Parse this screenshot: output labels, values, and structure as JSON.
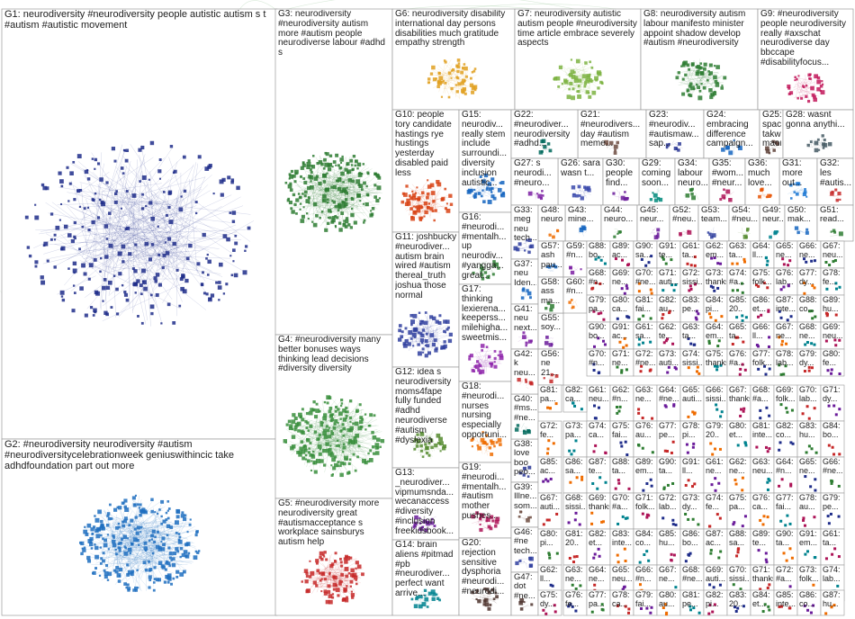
{
  "groups": [
    {
      "id": "G1",
      "label": "G1: neurodiversity #neurodiversity people autistic autism s t #autism #autistic movement",
      "color": "#1f2d8a"
    },
    {
      "id": "G2",
      "label": "G2: #neurodiversity neurodiversity #autism #neurodiversitycelebrationweek geniuswithincic take adhdfoundation part out more",
      "color": "#1f6fc0"
    },
    {
      "id": "G3",
      "label": "G3: neurodiversity #neurodiversity autism more #autism people neurodiverse labour #adhd s",
      "color": "#2e7d32"
    },
    {
      "id": "G4",
      "label": "G4: #neurodiversity many better bonuses ways thinking lead decisions #diversity diversity",
      "color": "#388e3c"
    },
    {
      "id": "G5",
      "label": "G5: #neurodiversity more neurodiversity great #autismacceptance s workplace sainsburys autism help",
      "color": "#c62828"
    },
    {
      "id": "G6",
      "label": "G6: neurodiversity disability international day persons disabilities much gratitude empathy strength",
      "color": "#e0a020"
    },
    {
      "id": "G7",
      "label": "G7: neurodiversity autistic autism people #neurodiversity time article embrace severely aspects",
      "color": "#7cb342"
    },
    {
      "id": "G8",
      "label": "G8: neurodiversity autism labour manifesto minister appoint shadow develop #autism #neurodiversity",
      "color": "#2e7d32"
    },
    {
      "id": "G9",
      "label": "G9: #neurodiversity people neurodiversity really #axschat neurodiverse day bbccape #disabilityfocus...",
      "color": "#c2185b"
    },
    {
      "id": "G10",
      "label": "G10: people tory candidate hastings rye hustings yesterday disabled paid less",
      "color": "#d84315"
    },
    {
      "id": "G11",
      "label": "G11: joshbucky #neurodiver... autism brain wired #autism thereal_truth joshua those normal",
      "color": "#303f9f"
    },
    {
      "id": "G12",
      "label": "G12: idea s neurodiversity moms4fape fully funded #adhd neurodiverse #autism #dyslexia",
      "color": "#558b2f"
    },
    {
      "id": "G13",
      "label": "G13: _neurodiver... vipmumsnda... wecanaccess #diversity #inclusion freekidsbook...",
      "color": "#6a1b9a"
    },
    {
      "id": "G14",
      "label": "G14: brain aliens #pitmad #pb #neurodiver... perfect want arrive...",
      "color": "#00838f"
    },
    {
      "id": "G15",
      "label": "G15: neurodiv... really stem include surroundi... diversity inclusion autistic...",
      "color": "#1565c0"
    },
    {
      "id": "G16",
      "label": "G16: #neurodi... #mentalh... up neurodiv... #yangga... great...",
      "color": "#2e7d32"
    },
    {
      "id": "G17",
      "label": "G17: thinking lexierena... keeperss... milehigha... sweetmis...",
      "color": "#8e24aa"
    },
    {
      "id": "G18",
      "label": "G18: #neurodi... nurses nursing especially opportuni...",
      "color": "#ef6c00"
    },
    {
      "id": "G19",
      "label": "G19: #neurodi... #mentalh... #autism mother pushes...",
      "color": "#ad1457"
    },
    {
      "id": "G20",
      "label": "G20: rejection sensitive dysphoria #neurodi... #neurodi...",
      "color": "#4e342e"
    },
    {
      "id": "G21",
      "label": "G21: #neurodivers... day #autism meme...",
      "color": "#6d4c41"
    },
    {
      "id": "G22",
      "label": "G22: #neurodiver... neurodiversity #adhd...",
      "color": "#00695c"
    },
    {
      "id": "G23",
      "label": "G23: #neurodiv... #autismaw... sap...",
      "color": "#283593"
    },
    {
      "id": "G24",
      "label": "G24: embracing difference campaign...",
      "color": "#1565c0"
    },
    {
      "id": "G25",
      "label": "G25: space takwala... maori...",
      "color": "#5d4037"
    },
    {
      "id": "G26",
      "label": "G26: sara wasn t...",
      "color": "#3949ab"
    },
    {
      "id": "G27",
      "label": "G27: s neurodi... #neuro...",
      "color": "#7b1fa2"
    },
    {
      "id": "G28",
      "label": "G28: wasnt gonna anythi...",
      "color": "#455a64"
    },
    {
      "id": "G29",
      "label": "G29: coming soon...",
      "color": "#00897b"
    },
    {
      "id": "G30",
      "label": "G30: people find...",
      "color": "#6a1b9a"
    },
    {
      "id": "G31",
      "label": "G31: more out...",
      "color": "#1976d2"
    },
    {
      "id": "G32",
      "label": "G32: les #autis...",
      "color": "#c62828"
    },
    {
      "id": "G33",
      "label": "G33: meg neu tech...",
      "color": "#303f9f"
    },
    {
      "id": "G34",
      "label": "G34: labour neuro...",
      "color": "#2e7d32"
    },
    {
      "id": "G35",
      "label": "G35: #wom... #neur...",
      "color": "#ad1457"
    },
    {
      "id": "G36",
      "label": "G36: much love...",
      "color": "#e65100"
    },
    {
      "id": "G37",
      "label": "G37: neu Iden...",
      "color": "#1565c0"
    },
    {
      "id": "G38",
      "label": "G38: love boo peo...",
      "color": "#283593"
    },
    {
      "id": "G39",
      "label": "G39: Illne... som...",
      "color": "#6d4c41"
    },
    {
      "id": "G40",
      "label": "G40: #ms... #ne...",
      "color": "#00695c"
    },
    {
      "id": "G41",
      "label": "G41: neu next...",
      "color": "#7b1fa2"
    },
    {
      "id": "G42",
      "label": "G42: k neu...",
      "color": "#c62828"
    },
    {
      "id": "G43",
      "label": "G43: mine...",
      "color": "#1565c0"
    },
    {
      "id": "G44",
      "label": "G44: neuro...",
      "color": "#2e7d32"
    },
    {
      "id": "G45",
      "label": "G45: neur...",
      "color": "#6a1b9a"
    },
    {
      "id": "G46",
      "label": "G46: #ne tech...",
      "color": "#303f9f"
    },
    {
      "id": "G47",
      "label": "G47: dot #ne...",
      "color": "#4e342e"
    },
    {
      "id": "G48",
      "label": "G48: neuro...",
      "color": "#ef6c00"
    },
    {
      "id": "G49",
      "label": "G49: neur...",
      "color": "#00838f"
    },
    {
      "id": "G50",
      "label": "G50: mak...",
      "color": "#1565c0"
    },
    {
      "id": "G51",
      "label": "G51: read...",
      "color": "#2e7d32"
    },
    {
      "id": "G52",
      "label": "G52: #neu...",
      "color": "#ad1457"
    },
    {
      "id": "G53",
      "label": "G53: team...",
      "color": "#303f9f"
    },
    {
      "id": "G54",
      "label": "G54: #neu...",
      "color": "#558b2f"
    },
    {
      "id": "G55",
      "label": "G55: soy...",
      "color": "#6a1b9a"
    },
    {
      "id": "G56",
      "label": "G56: ne 21...",
      "color": "#c62828"
    },
    {
      "id": "G57",
      "label": "G57: ash pau...",
      "color": "#1565c0"
    },
    {
      "id": "G58",
      "label": "G58: ass ma...",
      "color": "#2e7d32"
    },
    {
      "id": "G59",
      "label": "G59: #n...",
      "color": "#7b1fa2"
    },
    {
      "id": "G60",
      "label": "G60: #n...",
      "color": "#ef6c00"
    }
  ],
  "grid_labels": [
    "G61",
    "G62",
    "G63",
    "G64",
    "G65",
    "G66",
    "G67",
    "G68",
    "G69",
    "G70",
    "G71",
    "G72",
    "G73",
    "G74",
    "G75",
    "G76",
    "G77",
    "G78",
    "G79",
    "G80",
    "G81",
    "G82",
    "G83",
    "G84",
    "G85",
    "G86",
    "G87",
    "G88",
    "G89",
    "G90",
    "G91"
  ],
  "grid_snippets": [
    "neu...",
    "#n...",
    "ne...",
    "#ne...",
    "auti...",
    "sissi...",
    "thanks...",
    "#a...",
    "folk...",
    "lab...",
    "dy...",
    "fe...",
    "pa...",
    "ca...",
    "fai...",
    "au...",
    "pe...",
    "pi...",
    "20..",
    "et...",
    "inte...",
    "co...",
    "hu...",
    "bo...",
    "ac...",
    "sa...",
    "te...",
    "ta...",
    "em...",
    "ta...",
    "ll...",
    "ne...",
    "ne..."
  ],
  "edge_color": "#2e8b2e"
}
